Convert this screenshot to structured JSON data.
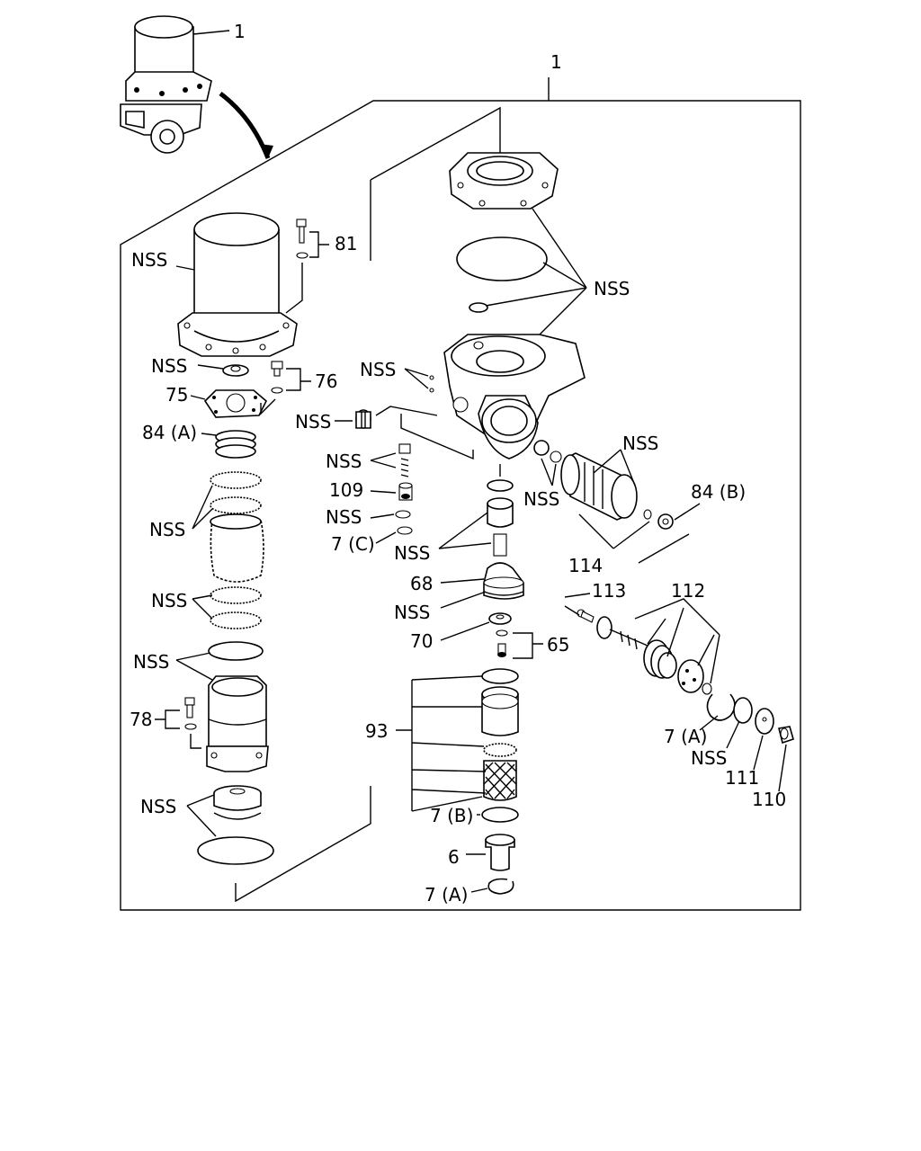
{
  "labels": {
    "top_assembly": "1",
    "main_assembly": "1",
    "cover_bolt": "81",
    "cartridge": "NSS",
    "nss_washer": "NSS",
    "screw_76": "76",
    "plate_75": "75",
    "spring_84a": "84 (A)",
    "filter_stack": "NSS",
    "filter_lower": "NSS",
    "seal_ring": "NSS",
    "bolt_78": "78",
    "bottom_seals": "NSS",
    "top_gaskets": "NSS",
    "small_screws": "NSS",
    "inlet_fitting": "NSS",
    "check_parts": "NSS",
    "valve_109": "109",
    "oring_nss": "NSS",
    "ring_7c": "7 (C)",
    "piston_parts": "NSS",
    "side_parts": "NSS",
    "outlet_fitting": "NSS",
    "plug_84b": "84 (B)",
    "kit_114": "114",
    "piston_68": "68",
    "seal_nss": "NSS",
    "valve_70": "70",
    "screw_65": "65",
    "pin_113": "113",
    "heater_112": "112",
    "kit_93": "93",
    "ring_7b": "7 (B)",
    "sleeve_6": "6",
    "ring_7a_bottom": "7 (A)",
    "ring_7a_right": "7 (A)",
    "washer_nss_right": "NSS",
    "disc_111": "111",
    "plug_110": "110"
  }
}
